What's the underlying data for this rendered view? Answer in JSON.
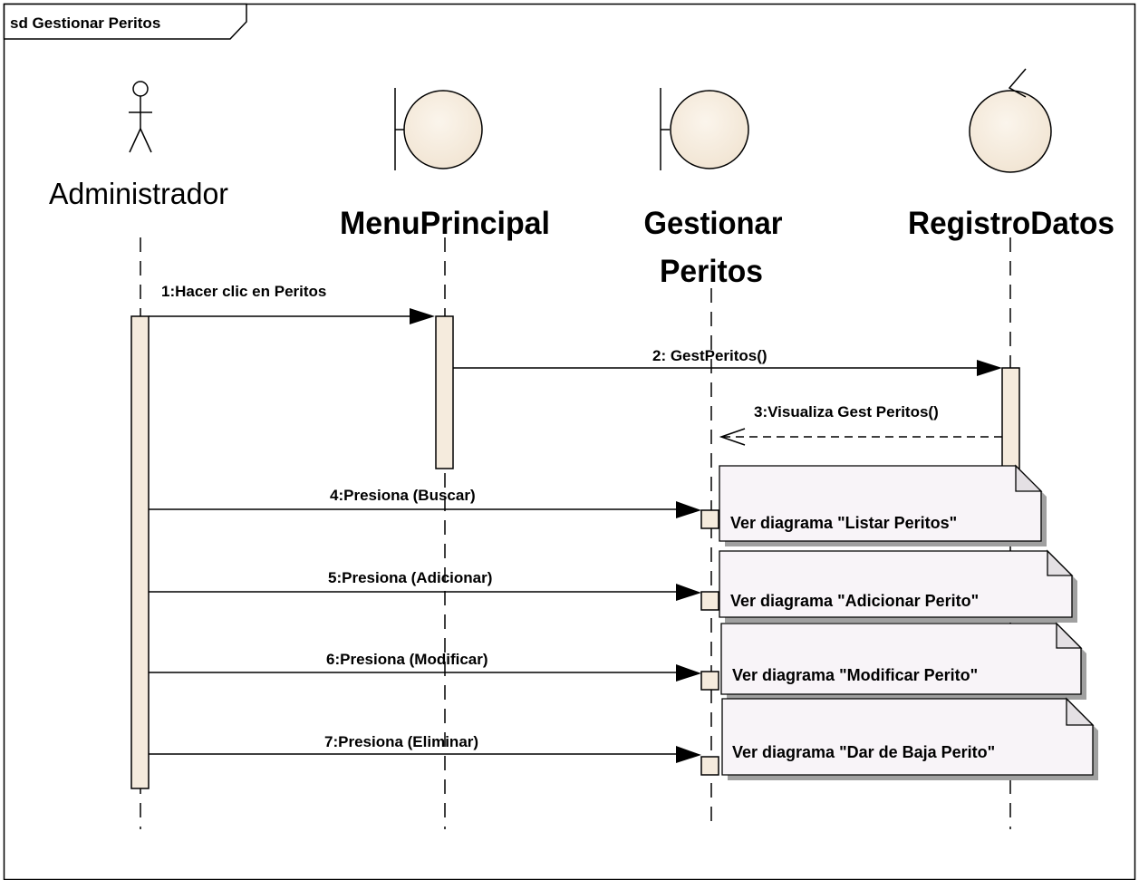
{
  "frame": {
    "title": "sd Gestionar Peritos"
  },
  "participants": {
    "administrador": {
      "name": "Administrador",
      "kind": "actor"
    },
    "menu_principal": {
      "name": "MenuPrincipal",
      "kind": "boundary"
    },
    "gestionar_peritos": {
      "name_line1": "Gestionar",
      "name_line2": "Peritos",
      "kind": "boundary"
    },
    "registro_datos": {
      "name": "RegistroDatos",
      "kind": "control"
    }
  },
  "messages": [
    {
      "label": "1:Hacer clic en Peritos",
      "from": "Administrador",
      "to": "MenuPrincipal",
      "type": "synchronous"
    },
    {
      "label": "2: GestPeritos()",
      "from": "MenuPrincipal",
      "to": "RegistroDatos",
      "type": "synchronous"
    },
    {
      "label": "3:Visualiza Gest Peritos()",
      "from": "RegistroDatos",
      "to": "Gestionar Peritos",
      "type": "return"
    },
    {
      "label": "4:Presiona (Buscar)",
      "from": "Administrador",
      "to": "Gestionar Peritos",
      "type": "synchronous"
    },
    {
      "label": "5:Presiona (Adicionar)",
      "from": "Administrador",
      "to": "Gestionar Peritos",
      "type": "synchronous"
    },
    {
      "label": "6:Presiona (Modificar)",
      "from": "Administrador",
      "to": "Gestionar Peritos",
      "type": "synchronous"
    },
    {
      "label": "7:Presiona (Eliminar)",
      "from": "Administrador",
      "to": "Gestionar Peritos",
      "type": "synchronous"
    }
  ],
  "notes": [
    {
      "text": "Ver diagrama \"Listar Peritos\""
    },
    {
      "text": "Ver diagrama \"Adicionar Perito\""
    },
    {
      "text": "Ver diagrama \"Modificar Perito\""
    },
    {
      "text": "Ver diagrama \"Dar de Baja Perito\""
    }
  ],
  "colors": {
    "element_fill": "#F5EBDD",
    "note_fill": "#F8F4F8",
    "note_shadow": "#A0A0A0",
    "line": "#000000"
  }
}
